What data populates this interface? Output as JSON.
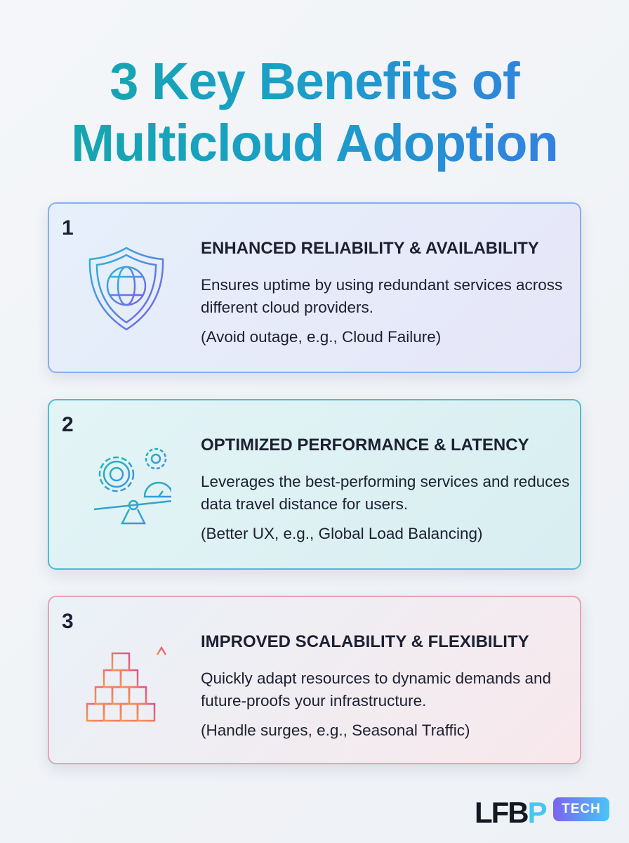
{
  "title": {
    "line1": "3 Key Benefits of",
    "line2": "Multicloud Adoption"
  },
  "cards": [
    {
      "number": "1",
      "icon": "shield-globe-icon",
      "heading": "ENHANCED RELIABILITY & AVAILABILITY",
      "body": "Ensures uptime by using redundant services across different cloud providers.",
      "note": "(Avoid outage, e.g., Cloud Failure)"
    },
    {
      "number": "2",
      "icon": "gears-gauge-icon",
      "heading": "OPTIMIZED PERFORMANCE & LATENCY",
      "body": "Leverages the best-performing services and reduces data travel distance for users.",
      "note": "(Better UX, e.g., Global Load Balancing)"
    },
    {
      "number": "3",
      "icon": "stacked-cubes-arrow-icon",
      "heading": "IMPROVED SCALABILITY & FLEXIBILITY",
      "body": "Quickly adapt resources to dynamic demands and future-proofs your infrastructure.",
      "note": "(Handle surges, e.g., Seasonal Traffic)"
    }
  ],
  "brand": {
    "main": "LFB",
    "accent": "P",
    "badge": "TECH"
  }
}
